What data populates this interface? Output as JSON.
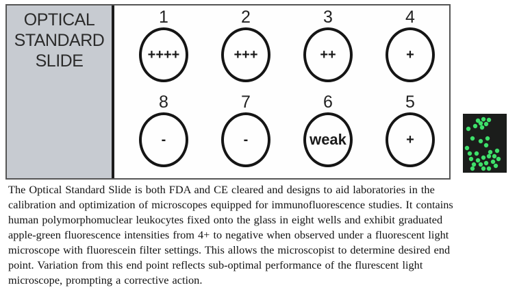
{
  "slide": {
    "label": [
      "OPTICAL",
      "STANDARD",
      "SLIDE"
    ],
    "wells": [
      {
        "number": "1",
        "intensity": "++++",
        "row": "top"
      },
      {
        "number": "2",
        "intensity": "+++",
        "row": "top"
      },
      {
        "number": "3",
        "intensity": "++",
        "row": "top"
      },
      {
        "number": "4",
        "intensity": "+",
        "row": "top"
      },
      {
        "number": "8",
        "intensity": "-",
        "row": "bottom"
      },
      {
        "number": "7",
        "intensity": "-",
        "row": "bottom"
      },
      {
        "number": "6",
        "intensity": "weak",
        "row": "bottom"
      },
      {
        "number": "5",
        "intensity": "+",
        "row": "bottom"
      }
    ]
  },
  "micrograph": {
    "description": "fluorescent leukocytes micrograph",
    "cell_color": "#3ee06a",
    "background_color": "#1b1d1b"
  },
  "description_lines": [
    "The Optical Standard Slide is both FDA and CE cleared and designs to aid laboratories  in the",
    "calibration  and optimization  of microscopes equipped for immunofluorescence  studies. It contains",
    "human  polymorphomuclear  leukocytes  fixed  onto the glass in eight  wells and exhibit  graduated",
    "apple-green  fluorescence  intensities  from 4+ to negative  when  observed under a fluorescent  light",
    "microscope with  fluorescein  filter  settings. This allows  the microscopist to determine  desired end",
    "point. Variation  from this end point reflects  sub-optimal  performance  of the  flurescent  light",
    "microscope, prompting  a corrective  action."
  ]
}
